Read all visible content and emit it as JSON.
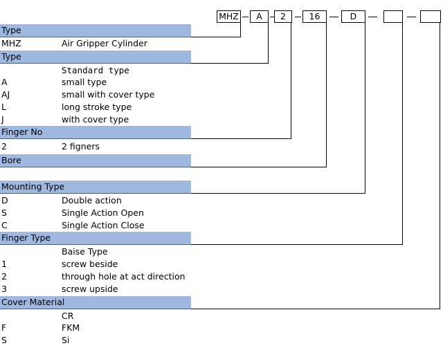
{
  "code_boxes": [
    "MHZ",
    "A",
    "2",
    "16",
    "D",
    "",
    ""
  ],
  "sections": [
    {
      "title": "Type",
      "rows": [
        {
          "code": "MHZ",
          "desc": "Air Gripper Cylinder"
        }
      ]
    },
    {
      "title": "Type",
      "rows": [
        {
          "code": "",
          "desc": "Standard type"
        },
        {
          "code": "A",
          "desc": "small type"
        },
        {
          "code": "AJ",
          "desc": "small with cover type"
        },
        {
          "code": "L",
          "desc": "long stroke type"
        },
        {
          "code": "J",
          "desc": "with cover type"
        }
      ]
    },
    {
      "title": "Finger No",
      "rows": [
        {
          "code": "2",
          "desc": "2 figners"
        }
      ]
    },
    {
      "title": "Bore",
      "rows": []
    },
    {
      "title": "Mounting Type",
      "rows": [
        {
          "code": "D",
          "desc": "Double action"
        },
        {
          "code": "S",
          "desc": "Single Action Open"
        },
        {
          "code": "C",
          "desc": "Single Action Close"
        }
      ]
    },
    {
      "title": "Finger Type",
      "rows": [
        {
          "code": "",
          "desc": "Baise Type"
        },
        {
          "code": "1",
          "desc": "screw beside"
        },
        {
          "code": "2",
          "desc": "through hole at act direction"
        },
        {
          "code": "3",
          "desc": "screw upside"
        }
      ]
    },
    {
      "title": "Cover Material",
      "rows": [
        {
          "code": "",
          "desc": "CR"
        },
        {
          "code": "F",
          "desc": "FKM"
        },
        {
          "code": "S",
          "desc": "Si"
        }
      ]
    }
  ]
}
